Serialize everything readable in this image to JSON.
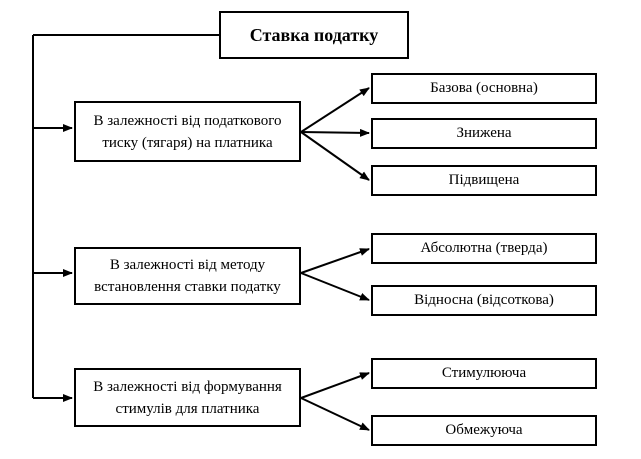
{
  "root": {
    "label": "Ставка податку"
  },
  "categories": [
    {
      "label": "В залежності від податкового тиску (тягаря) на платника",
      "options": [
        "Базова (основна)",
        "Знижена",
        "Підвищена"
      ]
    },
    {
      "label": "В залежності від методу встановлення ставки податку",
      "options": [
        "Абсолютна (тверда)",
        "Відносна (відсоткова)"
      ]
    },
    {
      "label": "В залежності від формування стимулів для платника",
      "options": [
        "Стимулююча",
        "Обмежуюча"
      ]
    }
  ],
  "colors": {
    "line": "#000000",
    "background": "#ffffff"
  }
}
